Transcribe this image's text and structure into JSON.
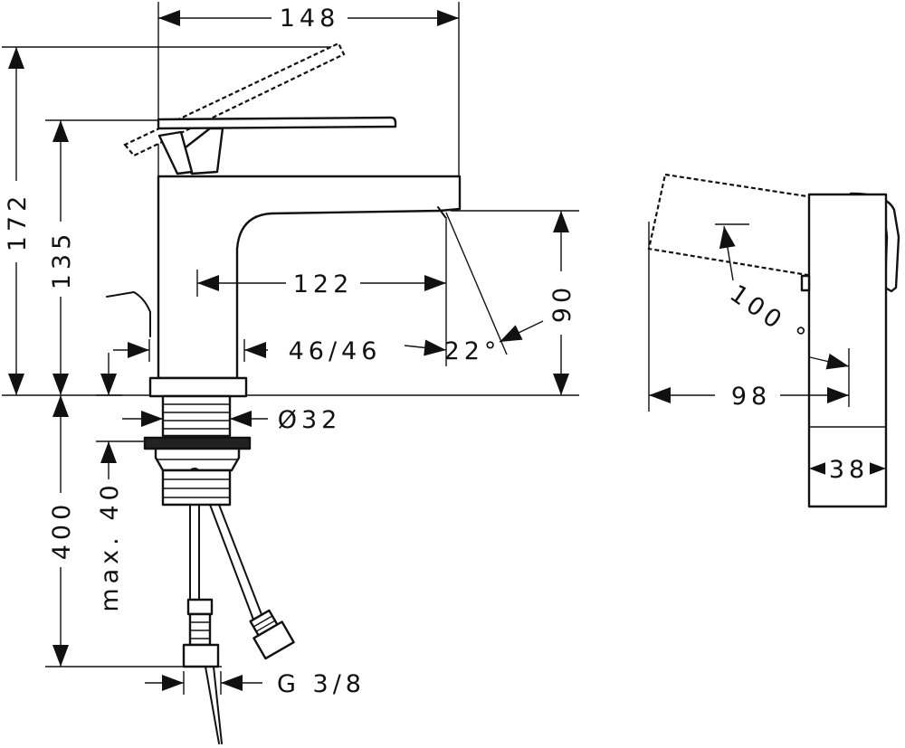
{
  "dimensions": {
    "width_overall": "148",
    "height_overall": "172",
    "height_lever": "135",
    "spout_reach": "122",
    "spout_height": "90",
    "spout_angle": "22°",
    "body_depth": "46/46",
    "thread_diameter": "Ø32",
    "deck_thickness": "max. 40",
    "hose_length": "400",
    "connection": "G 3/8",
    "lever_angle": "100 °",
    "side_depth": "98",
    "side_width": "38"
  }
}
